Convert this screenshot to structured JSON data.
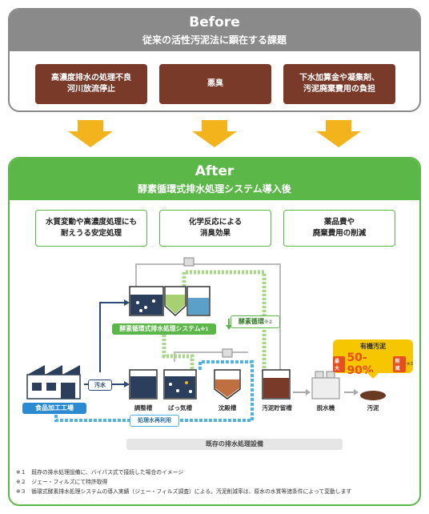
{
  "before": {
    "title": "Before",
    "subtitle": "従来の活性汚泥法に顕在する課題",
    "issues": [
      "高濃度排水の処理不良\n河川放流停止",
      "悪臭",
      "下水加算金や凝集剤、\n汚泥廃棄費用の負担"
    ]
  },
  "after": {
    "title": "After",
    "subtitle": "酵素循環式排水処理システム導入後",
    "benefits": [
      "水質変動や高濃度処理にも\n耐えうる安定処理",
      "化学反応による\n消臭効果",
      "薬品費や\n廃棄費用の削減"
    ]
  },
  "diagram": {
    "system_label": "酵素循環式排水処理システム",
    "system_note": "※1",
    "cycle_label": "酵素循環",
    "cycle_note": "※2",
    "factory_label": "食品加工工場",
    "wastewater_label": "汚水",
    "reuse_label": "処理水再利用",
    "tanks": [
      "調整槽",
      "ばっ気槽",
      "沈殿槽",
      "汚泥貯留槽",
      "脱水機",
      "汚泥"
    ],
    "existing_label": "既存の排水処理設備",
    "sludge_title": "有機汚泥",
    "sludge_max": "最大",
    "sludge_range": "50-90%",
    "sludge_reduce": "削減",
    "sludge_note": "※3"
  },
  "notes": [
    "※１　既存の排水処理設備に、バイパス式で接続した場合のイメージ",
    "※２　ジェー・フィルズにて特許取得",
    "※３　循環式酵素排水処理システムの導入実績（ジェー・フィルズ調査）による。汚泥削減率は、原水の水質等諸条件によって変動します"
  ],
  "colors": {
    "before": "#8a8a8a",
    "issue": "#7a3a2a",
    "after": "#5bb848",
    "arrow": "#f2b31c",
    "pipe_blue": "#4fb3e0",
    "pipe_green": "#a8d88a",
    "sludge_badge": "#f6c700",
    "sludge_text": "#e84e1c"
  }
}
